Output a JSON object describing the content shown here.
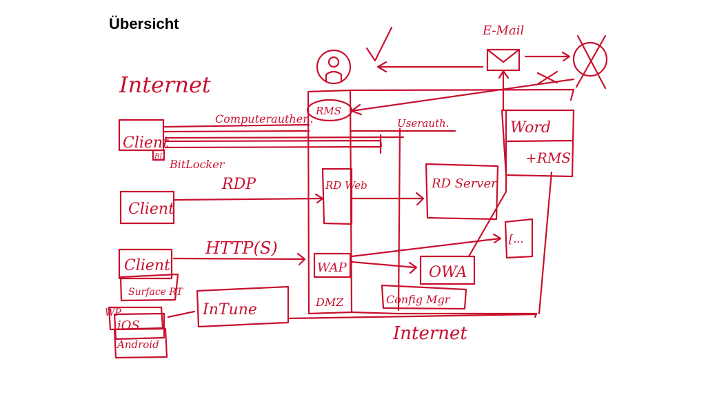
{
  "slide": {
    "title": "Übersicht"
  },
  "colors": {
    "ink": "#c8102e",
    "title": "#000000",
    "background": "#ffffff"
  },
  "diagram": {
    "labels": {
      "internet_top": "Internet",
      "internet_bottom": "Internet",
      "client_1": "Client",
      "client_2": "Client",
      "client_3": "Client",
      "bitlocker": "BitLocker",
      "bitlocker_badge": "BL",
      "computerauth": "Computerauthen.",
      "userauth": "Userauth.",
      "rdp": "RDP",
      "https": "HTTP(S)",
      "rms": "RMS",
      "rd_web": "RD Web",
      "wap": "WAP",
      "dmz": "DMZ",
      "rd_server": "RD Server",
      "owa": "OWA",
      "dots_box": "[...",
      "word": "Word",
      "plus_rms": "+RMS",
      "email": "E-Mail",
      "config_mgr": "Config Mgr",
      "intune": "InTune",
      "surface_rt": "Surface RT",
      "wp": "WP",
      "ios": "iOS",
      "android": "Android",
      "x_mark": "X"
    },
    "icons": [
      "user-icon",
      "checkmark-icon",
      "envelope-icon",
      "blocked-user-icon"
    ]
  }
}
